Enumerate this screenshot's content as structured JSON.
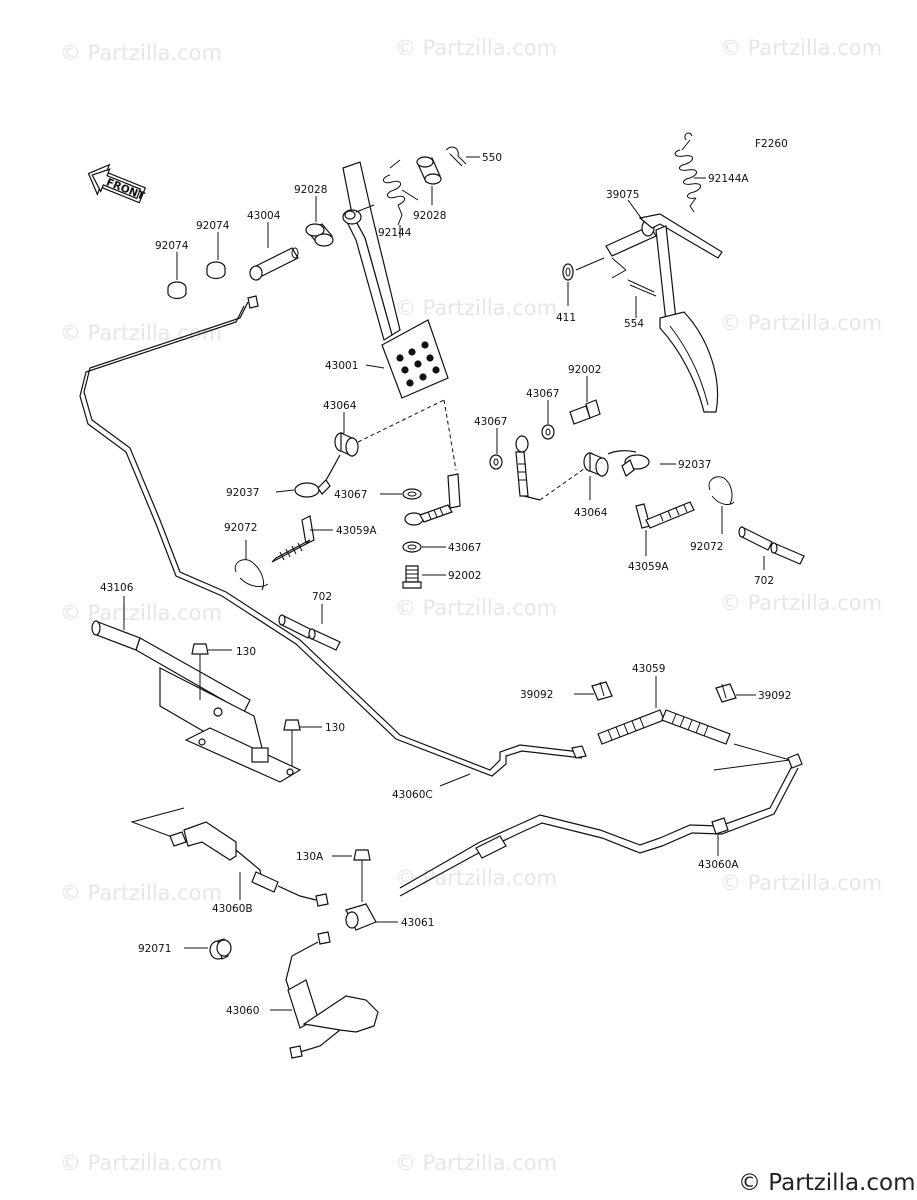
{
  "diagram": {
    "figure_code": "F2260",
    "front_label": "FRONT",
    "watermark_text": "© Partzilla.com",
    "copyright_text": "© Partzilla.com",
    "callouts": {
      "c550": "550",
      "c92144A": "92144A",
      "c92028a": "92028",
      "c92028b": "92028",
      "c92074a": "92074",
      "c92074b": "92074",
      "c43004": "43004",
      "c92144": "92144",
      "c39075": "39075",
      "c411": "411",
      "c554": "554",
      "c43001": "43001",
      "c92002a": "92002",
      "c43067a": "43067",
      "c43067b": "43067",
      "c43064a": "43064",
      "c92037a": "92037",
      "c43067c": "43067",
      "c43059A_a": "43059A",
      "c92072a": "92072",
      "c43067d": "43067",
      "c92002b": "92002",
      "c92037b": "92037",
      "c43064b": "43064",
      "c43059A_b": "43059A",
      "c92072b": "92072",
      "c702a": "702",
      "c702b": "702",
      "c43106": "43106",
      "c130a": "130",
      "c130b": "130",
      "c39092a": "39092",
      "c43059": "43059",
      "c39092b": "39092",
      "c43060C": "43060C",
      "c43060A": "43060A",
      "c130A": "130A",
      "c43060B": "43060B",
      "c43061": "43061",
      "c92071": "92071",
      "c43060": "43060"
    }
  }
}
